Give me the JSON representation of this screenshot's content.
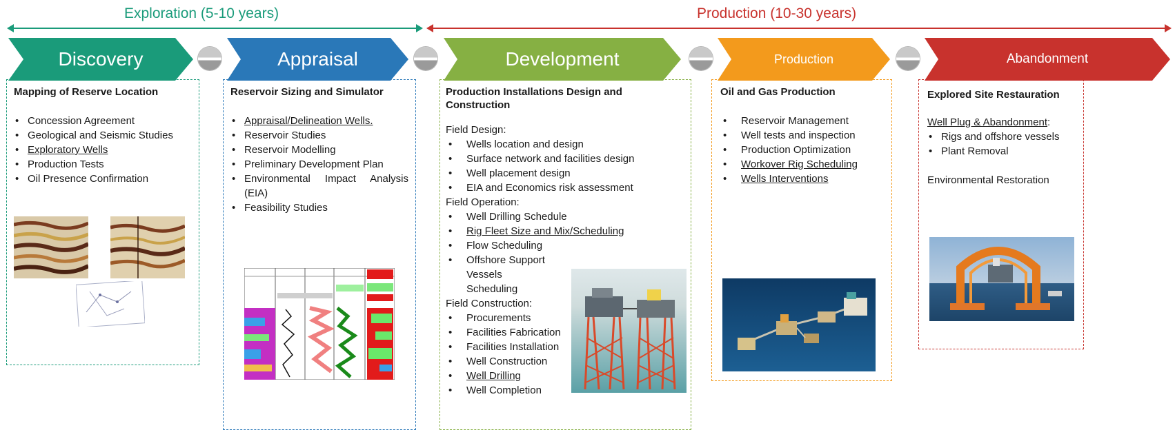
{
  "phases": {
    "exploration": "Exploration (5-10 years)",
    "production": "Production (10-30 years)"
  },
  "stages": [
    {
      "label": "Discovery",
      "color": "#1a9b7a"
    },
    {
      "label": "Appraisal",
      "color": "#2a78b8"
    },
    {
      "label": "Development",
      "color": "#86b043"
    },
    {
      "label": "Production",
      "color": "#f39a1c"
    },
    {
      "label": "Abandonment",
      "color": "#c8322d"
    }
  ],
  "discovery": {
    "title": "Mapping of Reserve Location",
    "items": [
      "Concession Agreement",
      "Geological and Seismic Studies",
      "Exploratory Wells",
      "Production Tests",
      "Oil Presence Confirmation"
    ]
  },
  "appraisal": {
    "title": "Reservoir Sizing and Simulator",
    "items": [
      "Appraisal/Delineation Wells.",
      "Reservoir Studies",
      "Reservoir Modelling",
      "Preliminary Development Plan",
      "Environmental Impact Analysis (EIA)",
      "Feasibility Studies"
    ]
  },
  "development": {
    "title": "Production Installations Design and Construction",
    "field_design_label": "Field Design:",
    "field_design": [
      "Wells location and design",
      "Surface network and facilities design",
      "Well placement design",
      "EIA and Economics risk assessment"
    ],
    "field_operation_label": "Field Operation:",
    "field_operation": [
      "Well Drilling Schedule",
      "Rig Fleet Size and Mix/Scheduling",
      "Flow Scheduling",
      "Offshore Support Vessels Scheduling"
    ],
    "field_construction_label": "Field Construction:",
    "field_construction": [
      "Procurements",
      "Facilities Fabrication",
      "Facilities Installation",
      "Well Construction",
      "Well Drilling",
      "Well Completion"
    ]
  },
  "production": {
    "title": "Oil and Gas Production",
    "items": [
      "Reservoir Management",
      "Well tests and inspection",
      "Production Optimization",
      "Workover Rig Scheduling",
      "Wells Interventions"
    ]
  },
  "abandonment": {
    "title": "Explored Site Restauration",
    "sub_label": "Well Plug & Abandonment",
    "sub_colon": ":",
    "items": [
      "Rigs and offshore vessels",
      "Plant Removal"
    ],
    "restoration": "Environmental Restoration"
  },
  "colors": {
    "exploration": "#1a9b7a",
    "production": "#c8322d",
    "box_discovery": "#1a9b7a",
    "box_appraisal": "#2a78b8",
    "box_development": "#86b043",
    "box_production": "#f39a1c",
    "box_abandonment": "#c8322d"
  }
}
